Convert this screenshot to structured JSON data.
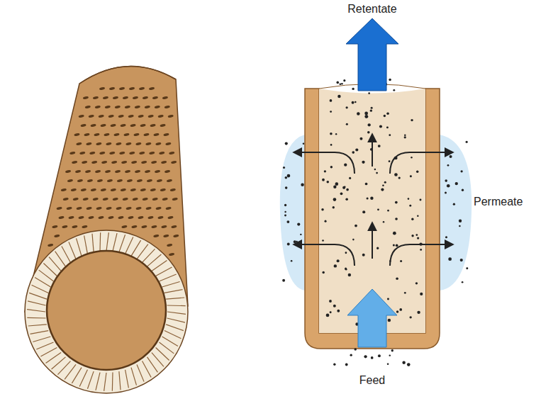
{
  "diagram": {
    "labels": [
      "Retentate",
      "Permeate",
      "Feed"
    ]
  }
}
